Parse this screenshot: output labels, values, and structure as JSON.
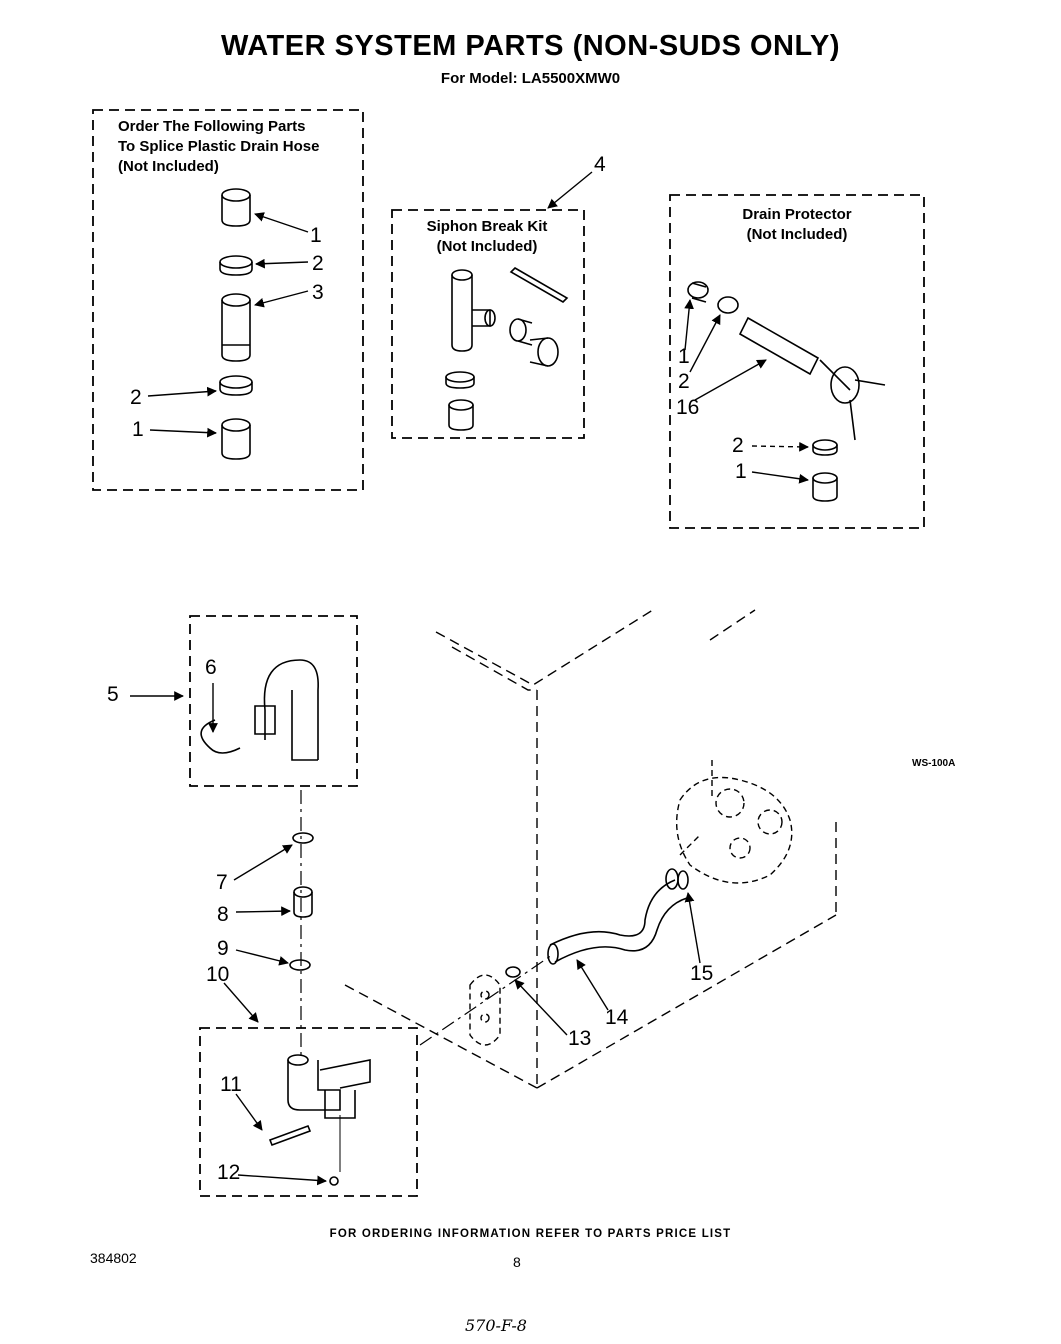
{
  "header": {
    "title": "WATER SYSTEM PARTS  (NON-SUDS ONLY)",
    "subtitle": "For Model: LA5500XMW0"
  },
  "boxes": {
    "splice": {
      "title": "Order The Following Parts\nTo Splice Plastic Drain Hose\n(Not Included)"
    },
    "siphon": {
      "title": "Siphon Break Kit\n(Not Included)"
    },
    "drain_protector": {
      "title": "Drain Protector\n(Not Included)"
    }
  },
  "callouts": {
    "splice": [
      "1",
      "2",
      "3",
      "2",
      "1"
    ],
    "siphon_ref": "4",
    "drain_protector": [
      "1",
      "2",
      "16",
      "2",
      "1"
    ],
    "main": [
      "5",
      "6",
      "7",
      "8",
      "9",
      "10",
      "11",
      "12",
      "13",
      "14",
      "15"
    ]
  },
  "diagram_code": "WS-100A",
  "footer": {
    "ordering_note": "FOR ORDERING INFORMATION REFER TO PARTS PRICE LIST",
    "doc_number": "384802",
    "page_number": "8",
    "handwritten_note": "570-F-8"
  }
}
